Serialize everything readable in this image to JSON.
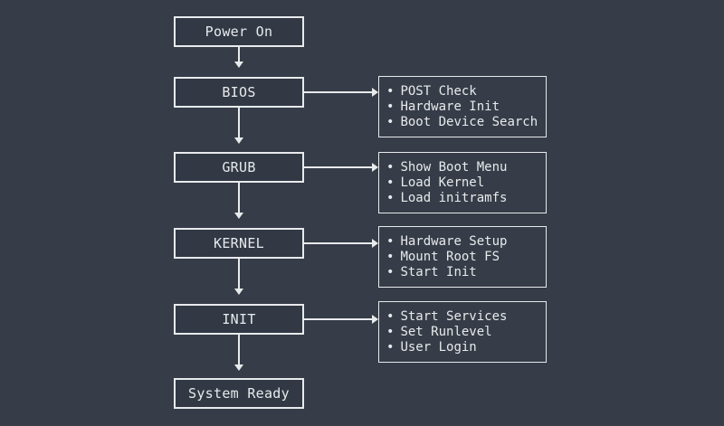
{
  "theme": {
    "background": "#363D48",
    "line_color": "#E8EAEC",
    "text_color": "#E8EAEC",
    "stage_fill": "#323945"
  },
  "bullet": "•",
  "stages": [
    {
      "label": "Power On"
    },
    {
      "label": "BIOS",
      "details": [
        "POST Check",
        "Hardware Init",
        "Boot Device Search"
      ]
    },
    {
      "label": "GRUB",
      "details": [
        "Show Boot Menu",
        "Load Kernel",
        "Load initramfs"
      ]
    },
    {
      "label": "KERNEL",
      "details": [
        "Hardware Setup",
        "Mount Root FS",
        "Start Init"
      ]
    },
    {
      "label": "INIT",
      "details": [
        "Start Services",
        "Set Runlevel",
        "User Login"
      ]
    },
    {
      "label": "System Ready"
    }
  ]
}
